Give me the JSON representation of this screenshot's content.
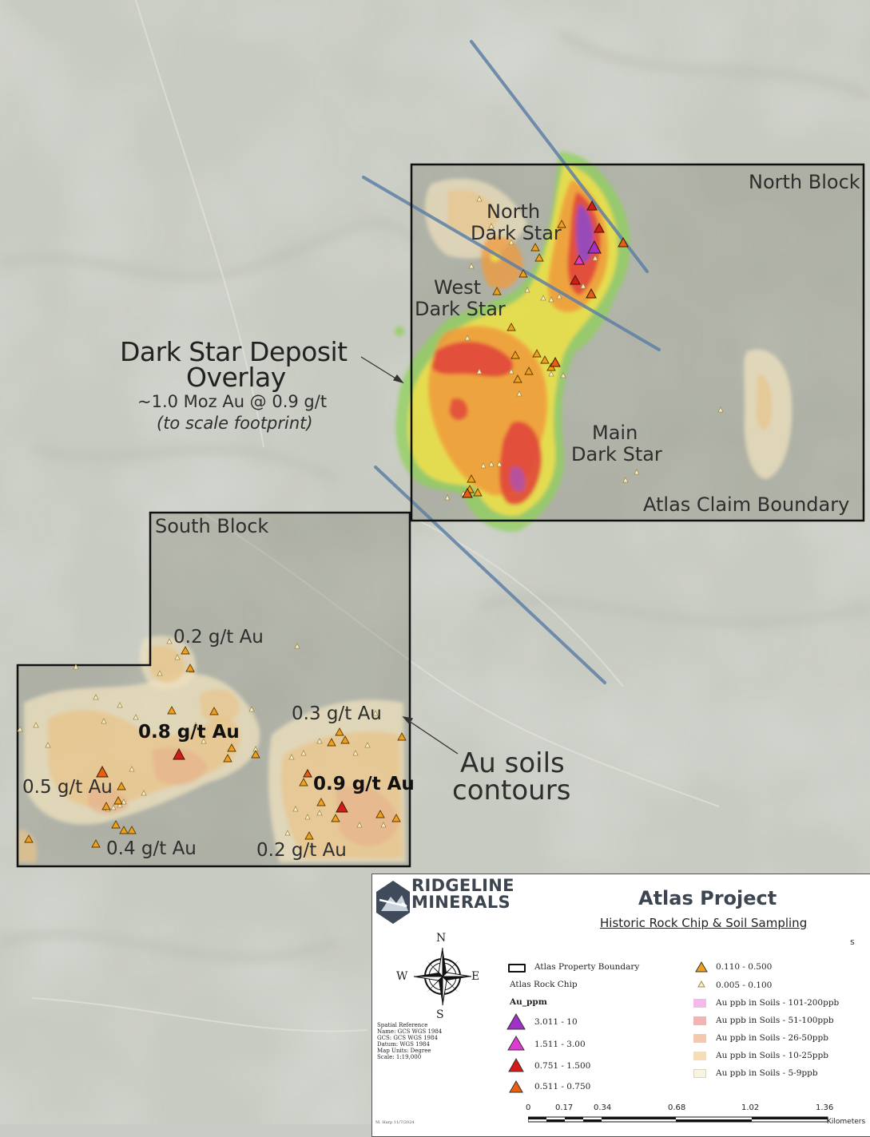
{
  "map": {
    "labels": {
      "north_block": "North Block",
      "north_dark_star": [
        "North",
        "Dark Star"
      ],
      "west_dark_star": [
        "West",
        "Dark Star"
      ],
      "main_dark_star": [
        "Main",
        "Dark Star"
      ],
      "atlas_claim_boundary": "Atlas Claim Boundary",
      "south_block": "South Block",
      "deposit_overlay_title": [
        "Dark Star Deposit",
        "Overlay"
      ],
      "deposit_overlay_sub": "~1.0 Moz Au @ 0.9 g/t",
      "deposit_overlay_note": "(to scale footprint)",
      "au_soils": [
        "Au soils",
        "contours"
      ]
    },
    "grade_labels": [
      {
        "text": "0.2 g/t Au",
        "bold": false
      },
      {
        "text": "0.8 g/t Au",
        "bold": true
      },
      {
        "text": "0.3 g/t Au",
        "bold": false
      },
      {
        "text": "0.5 g/t Au",
        "bold": false
      },
      {
        "text": "0.9 g/t Au",
        "bold": true
      },
      {
        "text": "0.4 g/t Au",
        "bold": false
      },
      {
        "text": "0.2 g/t Au",
        "bold": false
      }
    ],
    "colors": {
      "boundary": "#111111",
      "fault_line": "#5f7fa6",
      "soil_high": "#e0463a",
      "soil_mid": "#f09a3a",
      "soil_low": "#f2e04a",
      "soil_halo": "#8fd05a",
      "rock_3_10": "#9b30c0",
      "rock_1_3": "#d437c6",
      "rock_075_15": "#d81e1e",
      "rock_05_075": "#e85f15",
      "rock_01_05": "#f0a01c",
      "rock_0_01": "#f4e8b0"
    }
  },
  "legend": {
    "company": [
      "RIDGELINE",
      "MINERALS"
    ],
    "title": "Atlas Project",
    "subtitle": "Historic Rock Chip & Soil Sampling",
    "cut_char": "s",
    "compass": {
      "n": "N",
      "s": "S",
      "e": "E",
      "w": "W"
    },
    "spatial_ref": [
      "Spatial Reference",
      "Name: GCS WGS 1984",
      "GCS: GCS WGS 1984",
      "Datum: WGS 1984",
      "Map Units: Degree",
      "Scale: 1:19,000"
    ],
    "boundary_item": "Atlas Property Boundary",
    "rock_chip_heading": "Atlas Rock Chip",
    "field": "Au_ppm",
    "rock_classes": [
      {
        "label": "3.011 - 10",
        "color": "#a030c8"
      },
      {
        "label": "1.511 - 3.00",
        "color": "#e03ad0"
      },
      {
        "label": "0.751 - 1.500",
        "color": "#d61a1a"
      },
      {
        "label": "0.511 - 0.750",
        "color": "#ea5e12"
      },
      {
        "label": "0.110 - 0.500",
        "color": "#f0a01c"
      },
      {
        "label": "0.005 - 0.100",
        "color": "#f6eed0"
      }
    ],
    "soil_classes": [
      {
        "label": "Au ppb in Soils - 101-200ppb",
        "color": "#f5b8ea"
      },
      {
        "label": "Au ppb in Soils - 51-100ppb",
        "color": "#f4b4b4"
      },
      {
        "label": "Au ppb in Soils - 26-50ppb",
        "color": "#f4c7ae"
      },
      {
        "label": "Au ppb in Soils - 10-25ppb",
        "color": "#f6ddb8"
      },
      {
        "label": "Au ppb in Soils  - 5-9ppb",
        "color": "#faf3e2"
      }
    ],
    "scale_ticks": [
      "0",
      "0.17",
      "0.34",
      "0.68",
      "1.02",
      "1.36"
    ],
    "scale_unit": "Kilometers",
    "author": "M. Harp 11/7/2024"
  }
}
